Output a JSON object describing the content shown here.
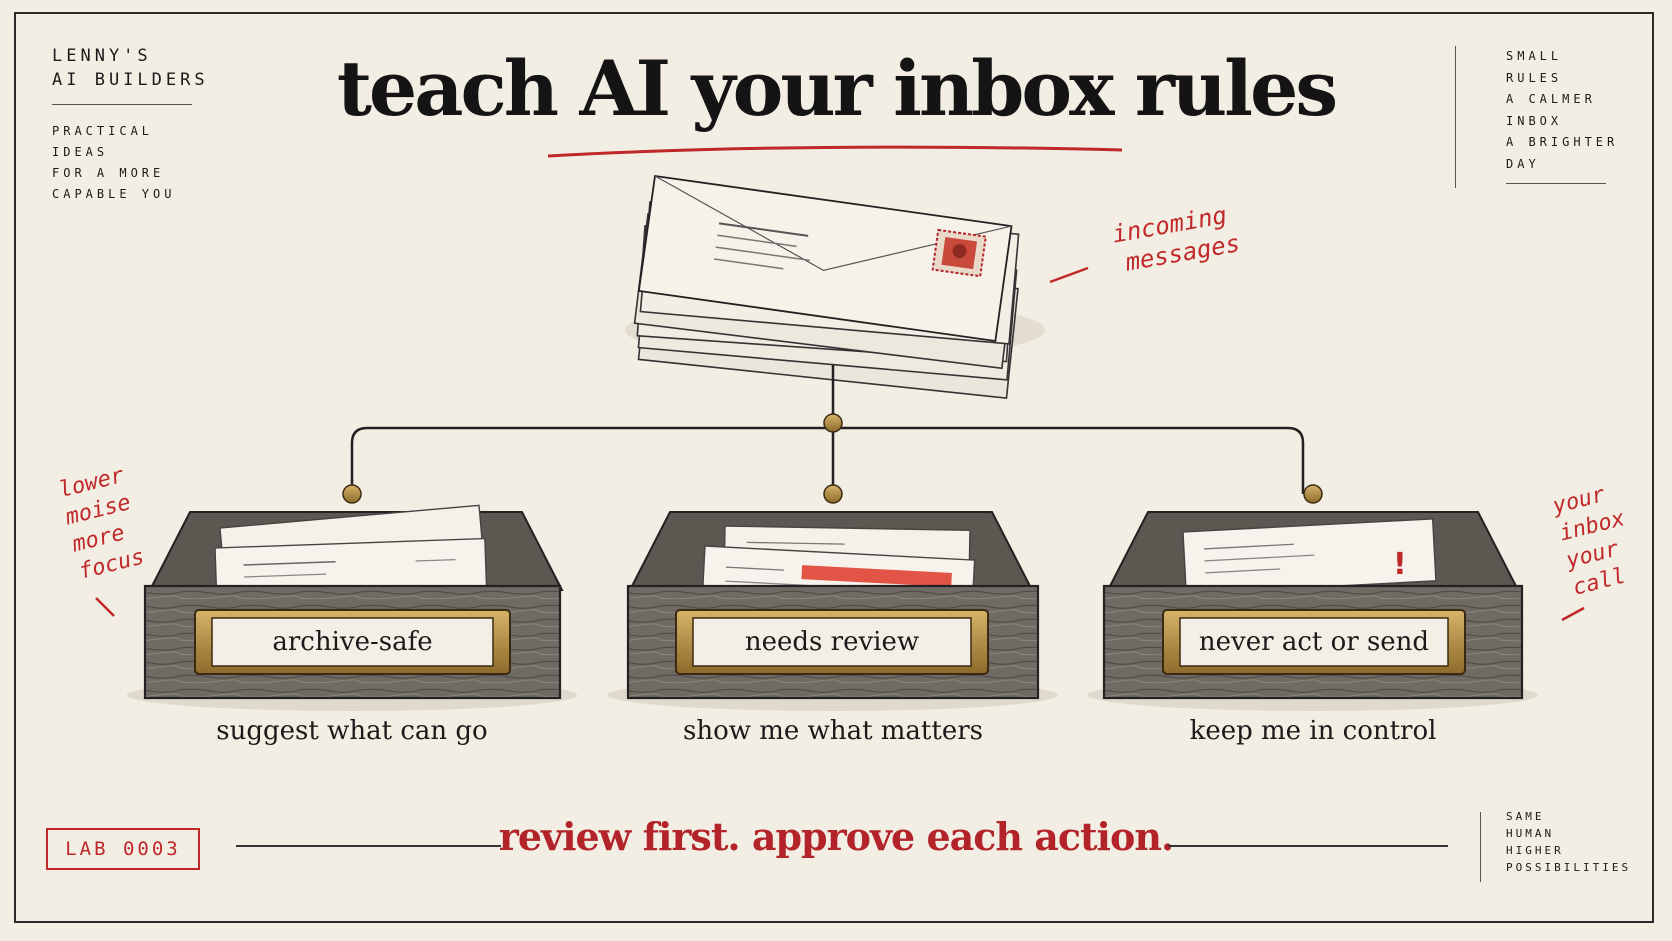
{
  "brand": {
    "title": "LENNY'S\nAI BUILDERS",
    "tagline": [
      "PRACTICAL",
      "IDEAS",
      "FOR A MORE",
      "CAPABLE YOU"
    ]
  },
  "headline": {
    "part1": "teach ",
    "part2": "AI your inbox",
    "part3": " rules",
    "accent_color": "#c0282a"
  },
  "side_notes": [
    "SMALL",
    "RULES",
    "A CALMER",
    "INBOX",
    "A BRIGHTER",
    "DAY"
  ],
  "source": {
    "annotation_line1": "incoming",
    "annotation_line2": "messages"
  },
  "trays": [
    {
      "label": "archive-safe",
      "caption": "suggest what can go"
    },
    {
      "label": "needs review",
      "caption": "show me what matters"
    },
    {
      "label": "never act or send",
      "caption": "keep me in control"
    }
  ],
  "left_note": [
    "lower",
    "moise",
    "more",
    "focus"
  ],
  "right_note": [
    "your",
    "inbox",
    "your",
    "call"
  ],
  "footer": {
    "badge": "LAB 0003",
    "message": "review first. approve each action.",
    "notes": [
      "SAME",
      "HUMAN",
      "HIGHER",
      "POSSIBILITIES"
    ]
  },
  "colors": {
    "paper": "#f3eee4",
    "ink": "#1b1b1b",
    "accent_red": "#c0282a",
    "brass": "#b08a3a",
    "wood": "#6f6a63"
  }
}
